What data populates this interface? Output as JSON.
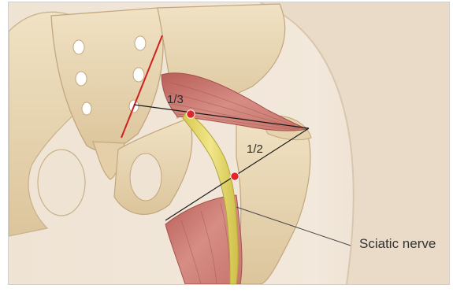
{
  "figure": {
    "labels": {
      "one_third": "1/3",
      "one_half": "1/2",
      "sciatic_nerve": "Sciatic nerve"
    },
    "colors": {
      "skin_background": "#f1e6d8",
      "bone": "#ead8b6",
      "muscle": "#c97a72",
      "nerve": "#e6da6a",
      "guide_line_red": "#d02020",
      "guide_line_black": "#1a1a1a",
      "marker": "#e0262a"
    }
  }
}
